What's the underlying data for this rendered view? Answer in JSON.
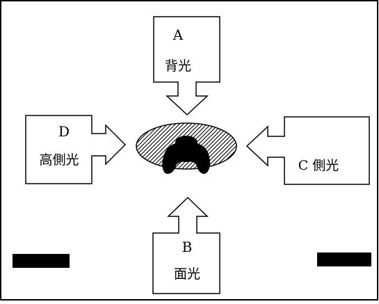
{
  "labels": {
    "a_letter": "A",
    "a_text": "背光",
    "b_letter": "B",
    "b_text": "面光",
    "c_text": "C 側光",
    "d_letter": "D",
    "d_text": "高側光"
  },
  "colors": {
    "line": "#000000",
    "background": "#ffffff",
    "subject_fill": "#000000",
    "marker_fill": "#000000"
  }
}
